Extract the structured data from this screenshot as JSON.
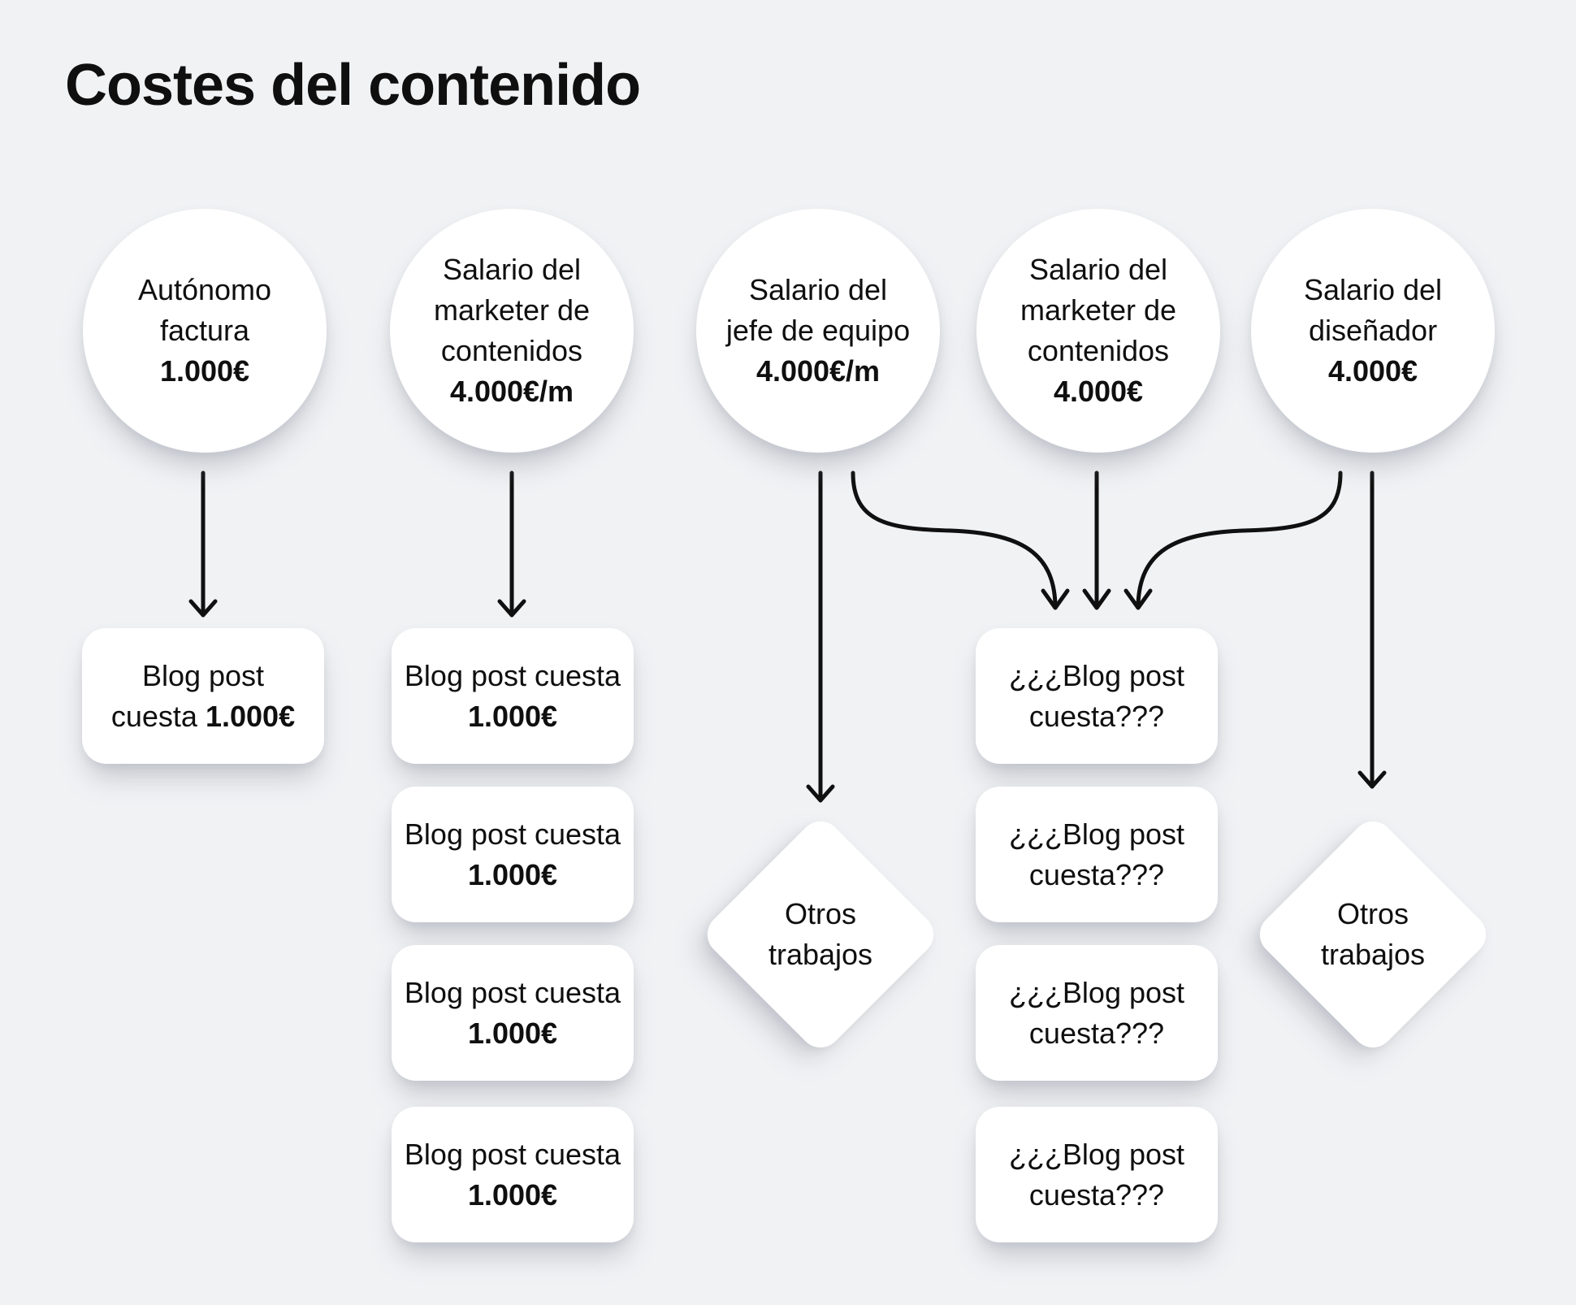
{
  "title": "Costes del contenido",
  "palette": {
    "background": "#f1f2f4",
    "node": "#ffffff",
    "ink": "#0f0f0f"
  },
  "circles": [
    {
      "lines": [
        "Autónomo",
        "factura"
      ],
      "amount": "1.000€"
    },
    {
      "lines": [
        "Salario del",
        "marketer de",
        "contenidos"
      ],
      "amount": "4.000€/m"
    },
    {
      "lines": [
        "Salario del",
        "jefe de equipo"
      ],
      "amount": "4.000€/m"
    },
    {
      "lines": [
        "Salario del",
        "marketer de",
        "contenidos"
      ],
      "amount": "4.000€"
    },
    {
      "lines": [
        "Salario del",
        "diseñador"
      ],
      "amount": "4.000€"
    }
  ],
  "boxes": {
    "freelance": {
      "line1": "Blog post",
      "line2_prefix": "cuesta",
      "amount": "1.000€"
    },
    "marketer": [
      {
        "line1": "Blog post cuesta",
        "amount": "1.000€"
      },
      {
        "line1": "Blog post cuesta",
        "amount": "1.000€"
      },
      {
        "line1": "Blog post cuesta",
        "amount": "1.000€"
      },
      {
        "line1": "Blog post cuesta",
        "amount": "1.000€"
      }
    ],
    "unknown": [
      {
        "line1": "¿¿¿Blog post",
        "line2": "cuesta???"
      },
      {
        "line1": "¿¿¿Blog post",
        "line2": "cuesta???"
      },
      {
        "line1": "¿¿¿Blog post",
        "line2": "cuesta???"
      },
      {
        "line1": "¿¿¿Blog post",
        "line2": "cuesta???"
      }
    ]
  },
  "diamonds": [
    {
      "line1": "Otros",
      "line2": "trabajos"
    },
    {
      "line1": "Otros",
      "line2": "trabajos"
    }
  ]
}
